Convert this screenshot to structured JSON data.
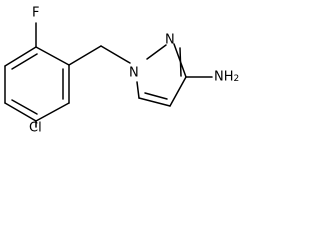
{
  "molecule": {
    "atoms": {
      "F": "F",
      "Cl": "Cl",
      "N1": "N",
      "N2": "N",
      "amine": "NH",
      "amine_sub": "2"
    },
    "colors": {
      "bond": "#000000",
      "text": "#000000",
      "background": "#ffffff"
    }
  }
}
